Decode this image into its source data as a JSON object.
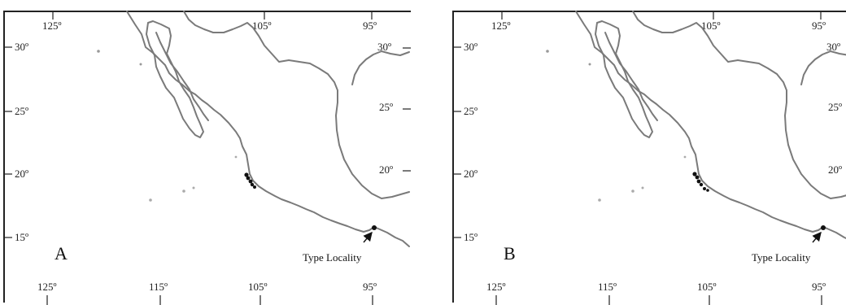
{
  "panels": [
    {
      "letter": "A",
      "lon_top": [
        "125º",
        "105º",
        "95º"
      ],
      "lon_bottom": [
        "125º",
        "115º",
        "105º",
        "95º"
      ],
      "lat_left": [
        "30º",
        "25º",
        "20º",
        "15º"
      ],
      "lat_right": [
        "30º",
        "25º",
        "20º"
      ],
      "annotation": "Type Locality"
    },
    {
      "letter": "B",
      "lon_top": [
        "125º",
        "105º",
        "95º"
      ],
      "lon_bottom": [
        "125º",
        "115º",
        "105º",
        "95º"
      ],
      "lat_left": [
        "30º",
        "25º",
        "20º",
        "15º"
      ],
      "lat_right": [
        "30º",
        "25º",
        "20º"
      ],
      "annotation": "Type Locality"
    }
  ],
  "colors": {
    "coastline": "#7a7a7a",
    "frame": "#222222",
    "record": "#111111"
  }
}
